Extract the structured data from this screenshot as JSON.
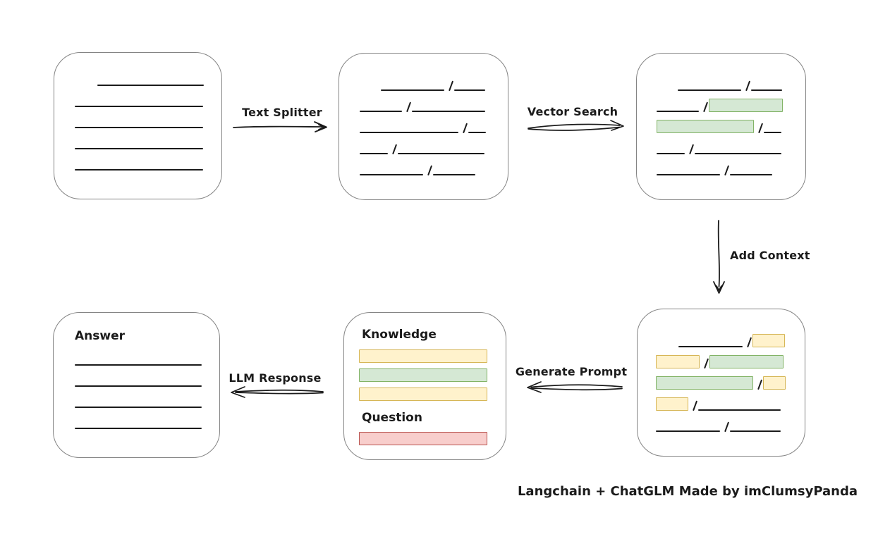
{
  "caption": "Langchain + ChatGLM Made by imClumsyPanda",
  "labels": {
    "text_splitter": "Text Splitter",
    "vector_search": "Vector Search",
    "add_context": "Add Context",
    "generate_prompt": "Generate Prompt",
    "llm_response": "LLM Response"
  },
  "colors": {
    "ink": "#1b1b1b",
    "box_border": "#848484",
    "green_fill": "#d5e8d4",
    "green_border": "#82b366",
    "yellow_fill": "#fff2cc",
    "yellow_border": "#d6b656",
    "red_fill": "#f8cecc",
    "red_border": "#b85450"
  },
  "boxes": {
    "document": {
      "name": "source document",
      "lines": [
        {
          "w": 151,
          "indent": 32
        },
        {
          "w": 182
        },
        {
          "w": 182
        },
        {
          "w": 182
        },
        {
          "w": 182
        }
      ]
    },
    "chunks": {
      "name": "split text chunks",
      "rows": [
        {
          "indent": 30,
          "segs": [
            {
              "t": "line",
              "w": 90
            },
            {
              "t": "slash"
            },
            {
              "t": "line",
              "w": 44
            }
          ]
        },
        {
          "segs": [
            {
              "t": "line",
              "w": 60
            },
            {
              "t": "slash"
            },
            {
              "t": "line",
              "w": 104
            }
          ]
        },
        {
          "segs": [
            {
              "t": "line",
              "w": 140
            },
            {
              "t": "slash"
            },
            {
              "t": "line",
              "w": 25
            }
          ]
        },
        {
          "segs": [
            {
              "t": "line",
              "w": 40
            },
            {
              "t": "slash"
            },
            {
              "t": "line",
              "w": 123
            }
          ]
        },
        {
          "segs": [
            {
              "t": "line",
              "w": 90
            },
            {
              "t": "slash"
            },
            {
              "t": "line",
              "w": 60
            }
          ]
        }
      ]
    },
    "retrieved": {
      "name": "vector search matches",
      "rows": [
        {
          "indent": 30,
          "segs": [
            {
              "t": "line",
              "w": 90
            },
            {
              "t": "slash"
            },
            {
              "t": "line",
              "w": 44
            }
          ]
        },
        {
          "segs": [
            {
              "t": "line",
              "w": 60
            },
            {
              "t": "slash"
            },
            {
              "t": "bar",
              "c": "green",
              "w": 103
            }
          ]
        },
        {
          "segs": [
            {
              "t": "bar",
              "c": "green",
              "w": 136
            },
            {
              "t": "slash"
            },
            {
              "t": "line",
              "w": 25
            }
          ]
        },
        {
          "segs": [
            {
              "t": "line",
              "w": 40
            },
            {
              "t": "slash"
            },
            {
              "t": "line",
              "w": 123
            }
          ]
        },
        {
          "segs": [
            {
              "t": "line",
              "w": 90
            },
            {
              "t": "slash"
            },
            {
              "t": "line",
              "w": 60
            }
          ]
        }
      ]
    },
    "context": {
      "name": "matches with added context",
      "rows": [
        {
          "indent": 32,
          "segs": [
            {
              "t": "line",
              "w": 91
            },
            {
              "t": "slash"
            },
            {
              "t": "bar",
              "c": "yellow",
              "w": 44
            }
          ]
        },
        {
          "segs": [
            {
              "t": "bar",
              "c": "yellow",
              "w": 60
            },
            {
              "t": "slash"
            },
            {
              "t": "bar",
              "c": "green",
              "w": 103
            }
          ]
        },
        {
          "segs": [
            {
              "t": "bar",
              "c": "green",
              "w": 136
            },
            {
              "t": "slash"
            },
            {
              "t": "bar",
              "c": "yellow",
              "w": 30
            }
          ]
        },
        {
          "segs": [
            {
              "t": "bar",
              "c": "yellow",
              "w": 44
            },
            {
              "t": "slash"
            },
            {
              "t": "line",
              "w": 117
            }
          ]
        },
        {
          "segs": [
            {
              "t": "line",
              "w": 91
            },
            {
              "t": "slash"
            },
            {
              "t": "line",
              "w": 72
            }
          ]
        }
      ]
    },
    "prompt": {
      "knowledge_label": "Knowledge",
      "question_label": "Question",
      "knowledge_bars": [
        {
          "c": "yellow",
          "w": 180
        },
        {
          "c": "green",
          "w": 180
        },
        {
          "c": "yellow",
          "w": 180
        }
      ],
      "question_bars": [
        {
          "c": "red",
          "w": 180
        }
      ]
    },
    "answer": {
      "label": "Answer",
      "lines": [
        {
          "w": 180
        },
        {
          "w": 180
        },
        {
          "w": 180
        },
        {
          "w": 180
        }
      ]
    }
  }
}
